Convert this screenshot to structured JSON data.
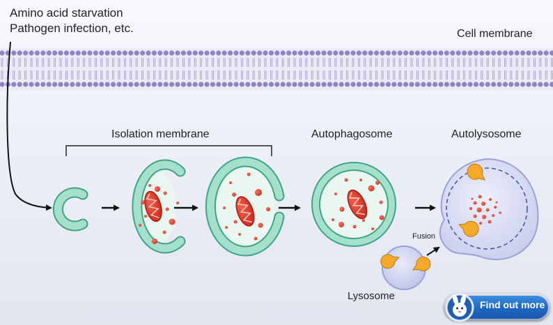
{
  "labels": {
    "trigger_line1": "Amino acid starvation",
    "trigger_line2": "Pathogen infection, etc.",
    "cell_membrane": "Cell membrane",
    "isolation_membrane": "Isolation membrane",
    "autophagosome": "Autophagosome",
    "autolysosome": "Autolysosome",
    "fusion": "Fusion",
    "lysosome": "Lysosome"
  },
  "button": {
    "label": "Find out more",
    "icon": "rabbit-mascot-icon"
  },
  "colors": {
    "membrane_lipid": "#8e86c4",
    "isolation_membrane_fill": "#a5e0cc",
    "isolation_membrane_stroke": "#3fa386",
    "vesicle_interior": "#eaf7f1",
    "mitochondrion": "#e03a2a",
    "lysosome": "#c8cdec",
    "enzyme": "#f4a92a",
    "button": "#2a78d4"
  }
}
